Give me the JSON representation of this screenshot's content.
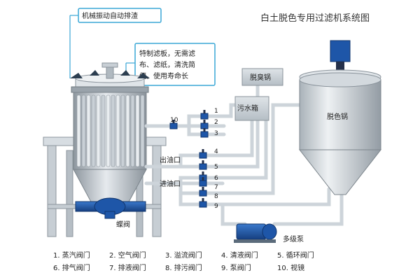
{
  "title": "白土脱色专用过滤机系统图",
  "callouts": {
    "vibration": "机械振动自动排渣",
    "plate_lines": [
      "特制滤板，无需滤",
      "布、滤纸，清洗简",
      "便，使用寿命长"
    ]
  },
  "equipment": {
    "deodor_pot": "脱臭锅",
    "sewage_tank": "污水箱",
    "decolor_pot": "脱色锅",
    "pump": "多级泵",
    "butterfly_valve": "蝶阀",
    "oil_out": "出油口",
    "oil_in": "进油口"
  },
  "valve_numbers": [
    "10",
    "1",
    "2",
    "3",
    "4",
    "5",
    "6",
    "7",
    "8",
    "9"
  ],
  "legend": [
    "1. 蒸汽阀门",
    "2. 空气阀门",
    "3. 溢流阀门",
    "4. 清液阀门",
    "5. 循环阀门",
    "6. 排气阀门",
    "7. 排液阀门",
    "8. 排污阀门",
    "9. 泵阀门",
    "10. 视镜"
  ],
  "colors": {
    "callout_border": "#3aa7d6",
    "valve_blue": "#1e56a8",
    "pipe": "#cfd6dc",
    "steel": "#b9c2c9"
  }
}
